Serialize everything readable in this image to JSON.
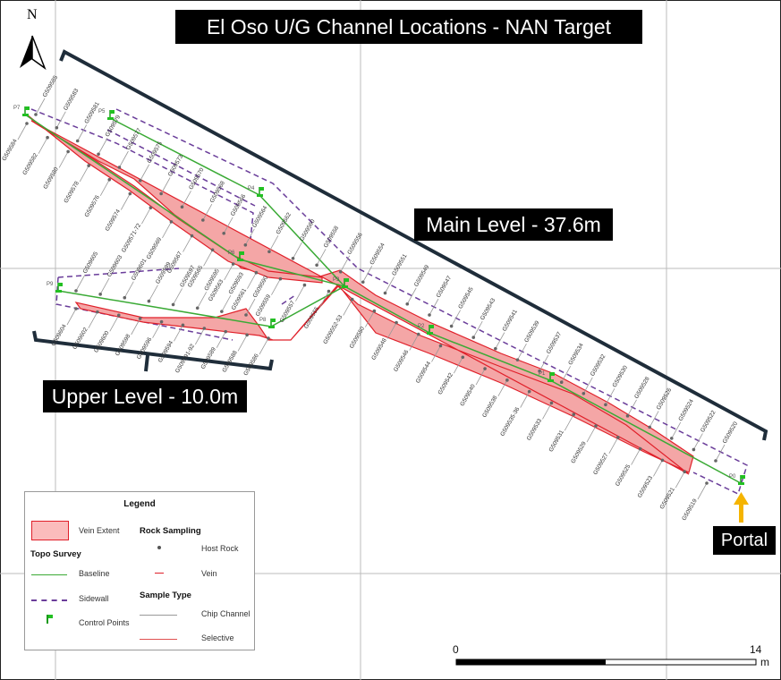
{
  "title": "El Oso U/G Channel Locations - NAN Target",
  "north_label": "N",
  "main_level_label": "Main Level - 37.6m",
  "upper_level_label": "Upper Level - 10.0m",
  "portal_label": "Portal",
  "control_points": [
    "P0",
    "P1",
    "P2",
    "P3",
    "P4",
    "P5",
    "P6",
    "P7",
    "P8",
    "P9"
  ],
  "main_upper_samples": [
    "G509585",
    "G509583",
    "G509581",
    "G509579",
    "G509577",
    "G509575",
    "G509573",
    "G509570",
    "G509568",
    "G509566",
    "G509564",
    "G509562",
    "G509560",
    "G509558",
    "G509556",
    "G509554",
    "G509551",
    "G509549",
    "G509547",
    "G509545",
    "G509543",
    "G509541",
    "G509539",
    "G509537",
    "G509534",
    "G509532",
    "G509530",
    "G509528",
    "G509526",
    "G509524",
    "G509522",
    "G509520"
  ],
  "main_lower_samples": [
    "G509584",
    "G509582",
    "G509580",
    "G509578",
    "G509576",
    "G509574",
    "G509571-72",
    "G509569",
    "G509567",
    "G509565",
    "G509563",
    "G509561",
    "G509559",
    "G509557",
    "G509555",
    "G509552-53",
    "G509550",
    "G509548",
    "G509546",
    "G509544",
    "G509542",
    "G509540",
    "G509538",
    "G509535-36",
    "G509533",
    "G509531",
    "G509529",
    "G509527",
    "G509525",
    "G509523",
    "G509521",
    "G509519"
  ],
  "upper_level_top_samples": [
    "G509605",
    "G509603",
    "G509601",
    "G509599",
    "G509597",
    "G509595",
    "G509593",
    "G509590"
  ],
  "upper_level_bottom_samples": [
    "G509604",
    "G509602",
    "G509600",
    "G509598",
    "G509596",
    "G509594",
    "G509591-92",
    "G509589",
    "G509588",
    "G509586"
  ],
  "legend": {
    "title": "Legend",
    "vein_extent": "Vein Extent",
    "topo_survey": "Topo Survey",
    "baseline": "Baseline",
    "sidewall": "Sidewall",
    "control_points": "Control Points",
    "rock_sampling": "Rock Sampling",
    "host_rock": "Host Rock",
    "vein": "Vein",
    "sample_type": "Sample Type",
    "chip_channel": "Chip Channel",
    "selective": "Selective"
  },
  "scale": {
    "start": "0",
    "end": "14",
    "unit": "m"
  },
  "colors": {
    "baseline": "#3aaa35",
    "sidewall": "#6a3d9a",
    "vein": "#f4a6a6",
    "vein_edge": "#e0202a",
    "portal_arrow": "#f5b400",
    "bracket": "#1f2d3a"
  }
}
